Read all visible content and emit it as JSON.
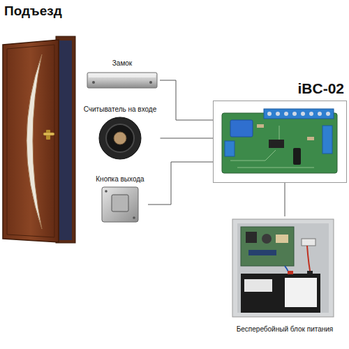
{
  "diagram": {
    "title": "Подъезд",
    "nodes": [
      {
        "text": [
          "Замок"
        ]
      },
      {
        "text": [
          "Считыватель на входе"
        ]
      },
      {
        "text": [
          "Кнопка выхода"
        ]
      },
      {
        "text": [
          "iBC-02"
        ]
      },
      {
        "text": [
          "Бесперебойный блок питания"
        ]
      }
    ],
    "edges": [
      {
        "from": 0,
        "to": 3,
        "arrow": "none"
      },
      {
        "from": 1,
        "to": 3,
        "arrow": "none"
      },
      {
        "from": 2,
        "to": 3,
        "arrow": "none"
      },
      {
        "from": 3,
        "to": 4,
        "arrow": "none"
      }
    ]
  }
}
